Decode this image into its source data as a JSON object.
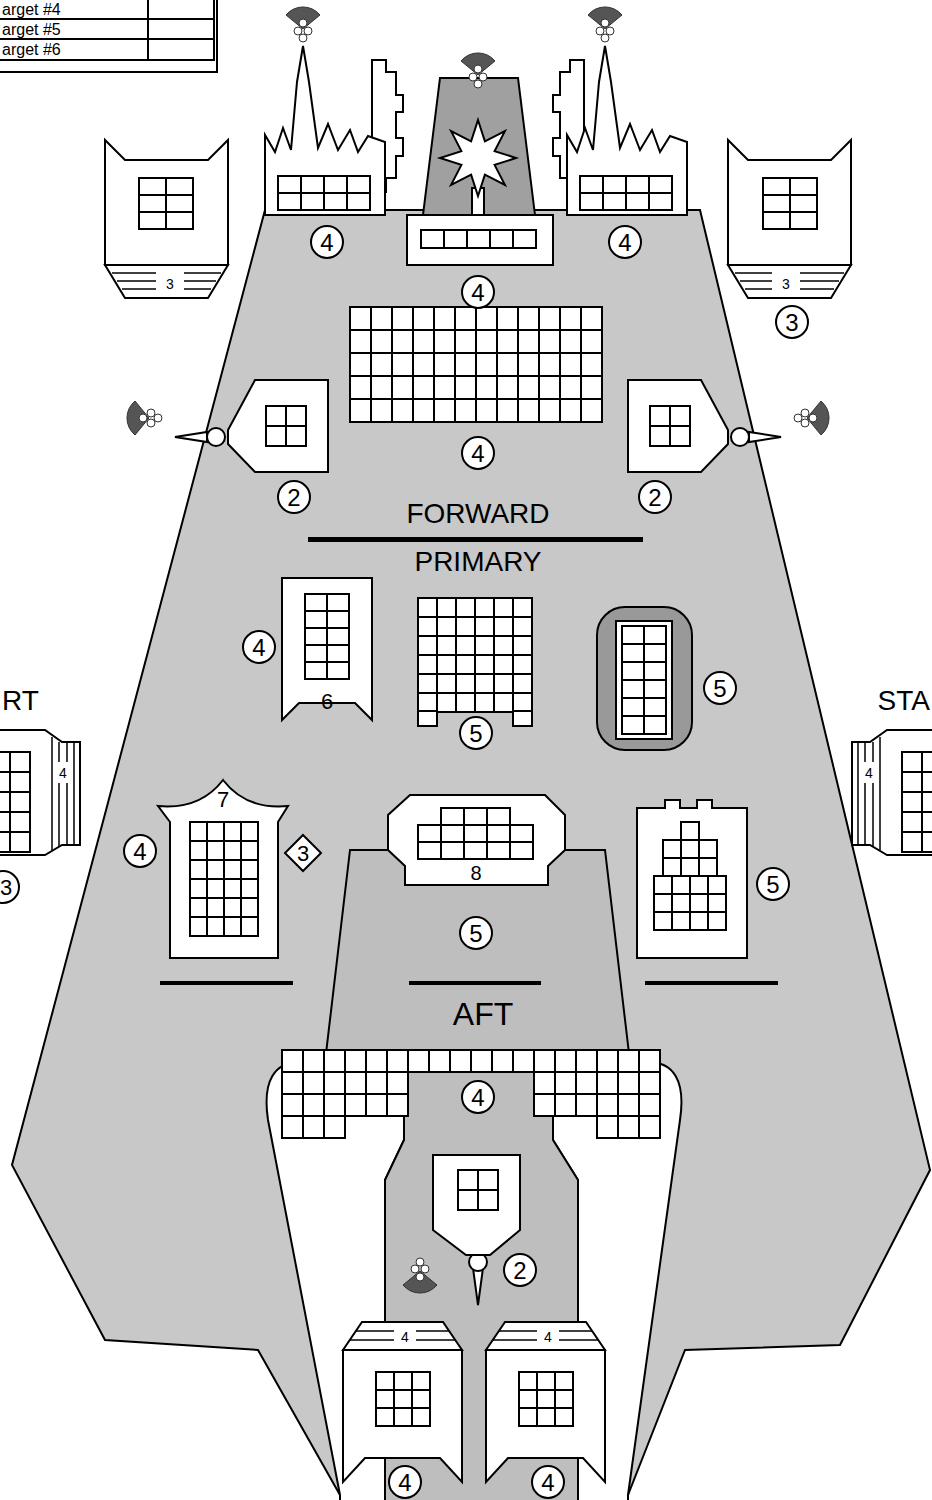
{
  "diagram": {
    "labels": [
      "arget #4",
      "arget #5",
      "arget #6",
      "4",
      "4",
      "3",
      "3",
      "4",
      "3",
      "4",
      "2",
      "2",
      "FORWARD",
      "PRIMARY",
      "RT",
      "STA",
      "4",
      "6",
      "5",
      "5",
      "4",
      "7",
      "4",
      "3",
      "8",
      "5",
      "4",
      "3",
      "5",
      "AFT",
      "4",
      "2",
      "4",
      "4",
      "4",
      "4"
    ]
  }
}
